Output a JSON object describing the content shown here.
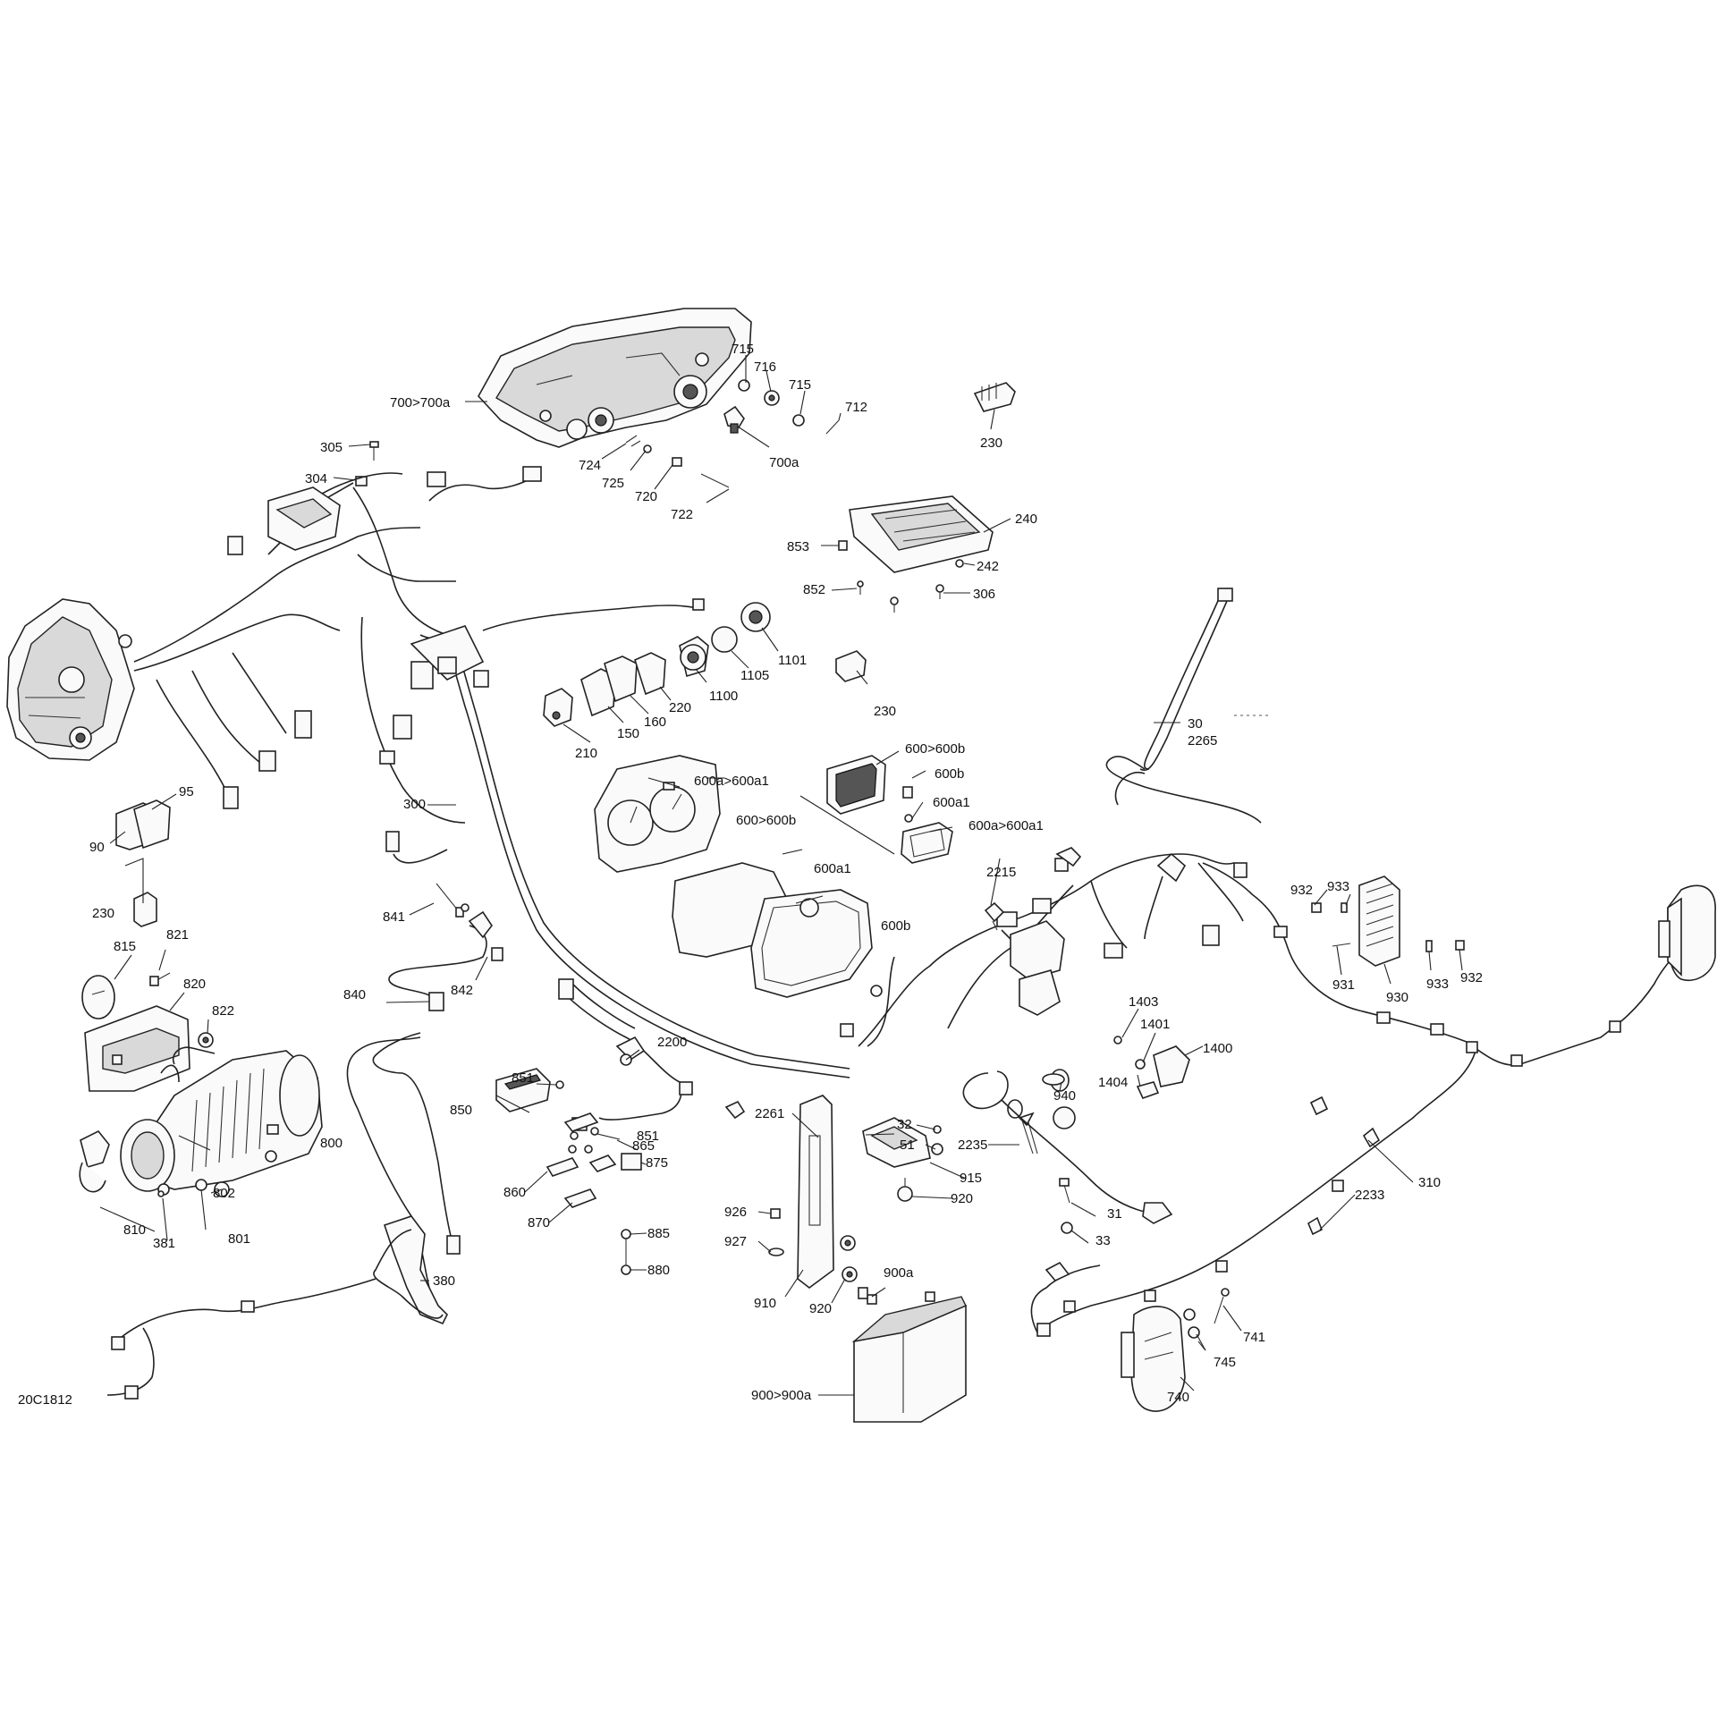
{
  "diagram": {
    "drawing_code": "20C1812",
    "callouts": {
      "c700_700a": "700>700a",
      "c715a": "715",
      "c716": "716",
      "c715b": "715",
      "c712": "712",
      "c700a": "700a",
      "c724": "724",
      "c725": "725",
      "c720": "720",
      "c722": "722",
      "c305": "305",
      "c304": "304",
      "c230a": "230",
      "c240": "240",
      "c853": "853",
      "c242": "242",
      "c852": "852",
      "c306": "306",
      "c1101": "1101",
      "c1105": "1105",
      "c1100": "1100",
      "c220": "220",
      "c160": "160",
      "c150": "150",
      "c210": "210",
      "c230b": "230",
      "c30": "30",
      "c2265": "2265",
      "c95": "95",
      "c90": "90",
      "c230c": "230",
      "c300": "300",
      "c600_600b_a": "600>600b",
      "c600b_a": "600b",
      "c600a1_a": "600a1",
      "c600a_600a1_a": "600a>600a1",
      "c600a_600a1_b": "600a>600a1",
      "c600_600b_b": "600>600b",
      "c600a1_b": "600a1",
      "c600b_b": "600b",
      "c2215": "2215",
      "c932a": "932",
      "c933a": "933",
      "c931": "931",
      "c930": "930",
      "c933b": "933",
      "c932b": "932",
      "c841": "841",
      "c842": "842",
      "c840": "840",
      "c815": "815",
      "c821": "821",
      "c820": "820",
      "c822": "822",
      "c2200": "2200",
      "c1403": "1403",
      "c1401": "1401",
      "c1400": "1400",
      "c1404": "1404",
      "c940": "940",
      "c851a": "851",
      "c850": "850",
      "c851b": "851",
      "c865": "865",
      "c875": "875",
      "c860": "860",
      "c870": "870",
      "c885": "885",
      "c880": "880",
      "c2261": "2261",
      "c32": "32",
      "c51": "51",
      "c2235": "2235",
      "c310": "310",
      "c2233": "2233",
      "c800": "800",
      "c802": "802",
      "c801": "801",
      "c810": "810",
      "c381": "381",
      "c915": "915",
      "c920a": "920",
      "c926": "926",
      "c927": "927",
      "c910": "910",
      "c920b": "920",
      "c900a": "900a",
      "c31": "31",
      "c33": "33",
      "c380": "380",
      "c741": "741",
      "c745": "745",
      "c740": "740",
      "c900_900a": "900>900a"
    }
  }
}
